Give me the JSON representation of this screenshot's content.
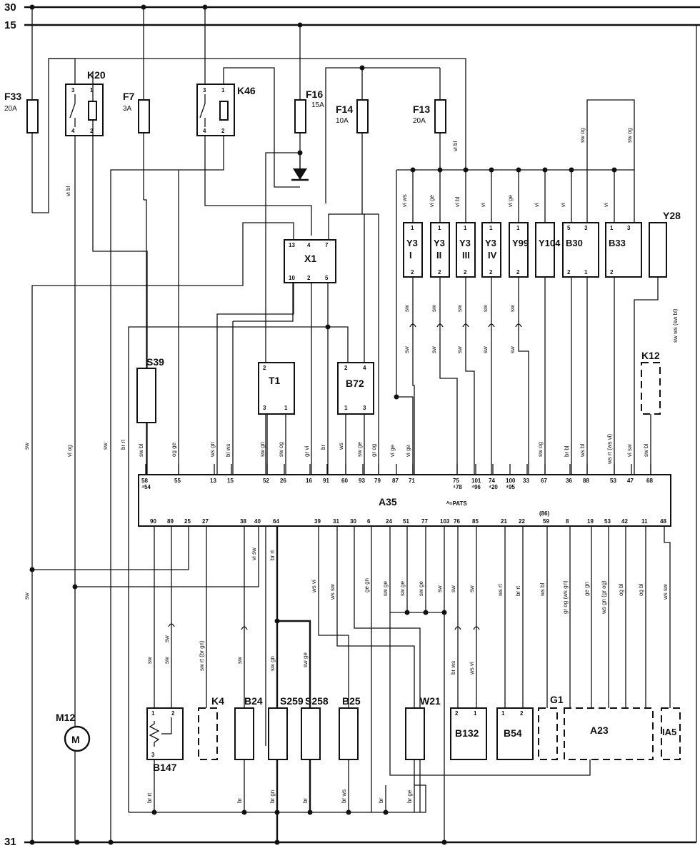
{
  "rails": {
    "r30": "30",
    "r15": "15",
    "r31": "31"
  },
  "fuses": {
    "f33": {
      "name": "F33",
      "rating": "20A"
    },
    "f7": {
      "name": "F7",
      "rating": "3A"
    },
    "f16": {
      "name": "F16",
      "rating": "15A"
    },
    "f14": {
      "name": "F14",
      "rating": "10A"
    },
    "f13": {
      "name": "F13",
      "rating": "20A"
    }
  },
  "relays": {
    "k20": {
      "name": "K20",
      "pins": [
        "3",
        "1",
        "4",
        "2"
      ]
    },
    "k46": {
      "name": "K46",
      "pins": [
        "3",
        "1",
        "4",
        "2"
      ]
    }
  },
  "modules": {
    "x1": {
      "name": "X1",
      "pins": [
        "13",
        "4",
        "7",
        "10",
        "2",
        "5"
      ]
    },
    "t1": {
      "name": "T1",
      "pins": [
        "2",
        "3",
        "1"
      ]
    },
    "b72": {
      "name": "B72",
      "pins": [
        "2",
        "4",
        "1",
        "3"
      ]
    },
    "s39": {
      "name": "S39"
    },
    "a35": {
      "name": "A35",
      "sub": "ᴬ=PATS"
    },
    "k12": {
      "name": "K12"
    },
    "y28": {
      "name": "Y28"
    }
  },
  "valves": [
    {
      "name": "Y3",
      "sub": "I",
      "pins": [
        "1",
        "2"
      ],
      "wire": "vi ws"
    },
    {
      "name": "Y3",
      "sub": "II",
      "pins": [
        "1",
        "2"
      ],
      "wire": "vi ge"
    },
    {
      "name": "Y3",
      "sub": "III",
      "pins": [
        "1",
        "2"
      ],
      "wire": "vi bl"
    },
    {
      "name": "Y3",
      "sub": "IV",
      "pins": [
        "1",
        "2"
      ],
      "wire": "vi"
    },
    {
      "name": "Y99",
      "sub": "",
      "pins": [
        "1",
        "2"
      ],
      "wire": "vi ge"
    },
    {
      "name": "Y104",
      "sub": "",
      "pins": [],
      "wire": "vi"
    },
    {
      "name": "B30",
      "sub": "",
      "pins": [
        "5",
        "3",
        "2",
        "1"
      ],
      "wire": "vi"
    },
    {
      "name": "B33",
      "sub": "",
      "pins": [
        "1",
        "3",
        "2"
      ],
      "wire": "vi"
    }
  ],
  "a35_top_pins": [
    "58 ⁴54",
    "55",
    "13",
    "15",
    "52",
    "26",
    "16",
    "91",
    "60",
    "93",
    "79",
    "87",
    "71",
    "75 ⁴78",
    "101 ⁴96",
    "74 ⁴20",
    "100 ⁴95",
    "33",
    "67",
    "36",
    "88",
    "53",
    "47",
    "68"
  ],
  "a35_bottom_pins": [
    "90",
    "89",
    "25",
    "27",
    "38",
    "40",
    "64",
    "39",
    "31",
    "30",
    "6",
    "24",
    "51",
    "77",
    "103",
    "76",
    "85",
    "21",
    "22",
    "59",
    "8",
    "19",
    "53",
    "42",
    "11",
    "48"
  ],
  "a35_bottom_note": "(86)",
  "bottom_components": {
    "m12": {
      "name": "M12",
      "symbol": "M"
    },
    "b147": {
      "name": "B147",
      "pins": [
        "1",
        "2",
        "3"
      ]
    },
    "k4": {
      "name": "K4"
    },
    "b24": {
      "name": "B24"
    },
    "s259": {
      "name": "S259"
    },
    "s258": {
      "name": "S258"
    },
    "b25": {
      "name": "B25"
    },
    "w21": {
      "name": "W21"
    },
    "b132": {
      "name": "B132",
      "pins": [
        "2",
        "1"
      ]
    },
    "b54": {
      "name": "B54",
      "pins": [
        "1",
        "2"
      ]
    },
    "g1": {
      "name": "G1"
    },
    "a23": {
      "name": "A23"
    },
    "ia5": {
      "name": "IA5"
    }
  },
  "wire_codes": {
    "f13_out": "vi bl",
    "k20_out": "vi bl",
    "b30_3": "sw og",
    "b33_3": "sw og",
    "right_vert": "sw ws (sw bl)",
    "y3i": "sw",
    "y3ii": "sw",
    "y3iii": "sw",
    "y3iv": "sw",
    "y99": "sw",
    "y3i_b": "sw",
    "y3ii_b": "sw",
    "y3iii_b": "sw",
    "y3iv_b": "sw",
    "y99_b": "sw",
    "left_sw": "sw",
    "m12_vi_og": "vi og",
    "k20_sw": "sw",
    "br_rt": "br rt",
    "s39_swbl": "sw bl",
    "og_ge": "og ge",
    "ws_gn": "ws gn",
    "bl_ws": "bl ws",
    "t1_swgn": "sw gn",
    "t1_swog": "sw og",
    "gr_vi": "gr vi",
    "br": "br",
    "ws": "ws",
    "b72_swge": "sw ge",
    "gr_og": "gr og",
    "vi_ge_79": "vi ge",
    "vi_ge_71": "vi ge",
    "sw_og_67": "sw og",
    "br_bl": "br bl",
    "ws_bl_88": "ws bl",
    "ws_rt": "ws rt (ws vi)",
    "vi_sw_47": "vi sw",
    "sw_bl_68": "sw bl",
    "b147_sw1": "sw",
    "b147_sw2": "sw",
    "b147_sw3": "sw",
    "b147_sw4": "sw",
    "k4_wire": "sw rt (br gn)",
    "b24_sw": "sw",
    "vi_sw_40": "vi sw",
    "br_rt_64": "br rt",
    "s259_wire": "sw gn",
    "s258_wire": "sw ge",
    "ws_vi_39": "ws vi",
    "ws_sw_31": "ws sw",
    "ge_gn_6": "ge gn",
    "sw_ge_24": "sw ge",
    "sw_ge_51": "sw ge",
    "sw_ge_77": "sw ge",
    "sw_103": "sw",
    "sw_76": "sw",
    "sw_85": "sw",
    "br_ws": "br ws",
    "ws_vi_b132": "ws vi",
    "ws_rt_21": "ws rt",
    "br_rt_22": "br rt",
    "ws_bl_59": "ws bl",
    "gr_og_8": "gr og (ws gn)",
    "ge_gn_19": "ge gn",
    "ws_gn_53": "ws gn (gr og)",
    "og_bl_42": "og bl",
    "og_bl_11": "og bl",
    "ws_sw_48": "ws sw",
    "gnd_brrt": "br rt",
    "gnd_br1": "br",
    "gnd_brgn": "br gn",
    "gnd_br2": "br",
    "gnd_brws": "br ws",
    "gnd_br3": "br",
    "gnd_brge": "br ge"
  }
}
